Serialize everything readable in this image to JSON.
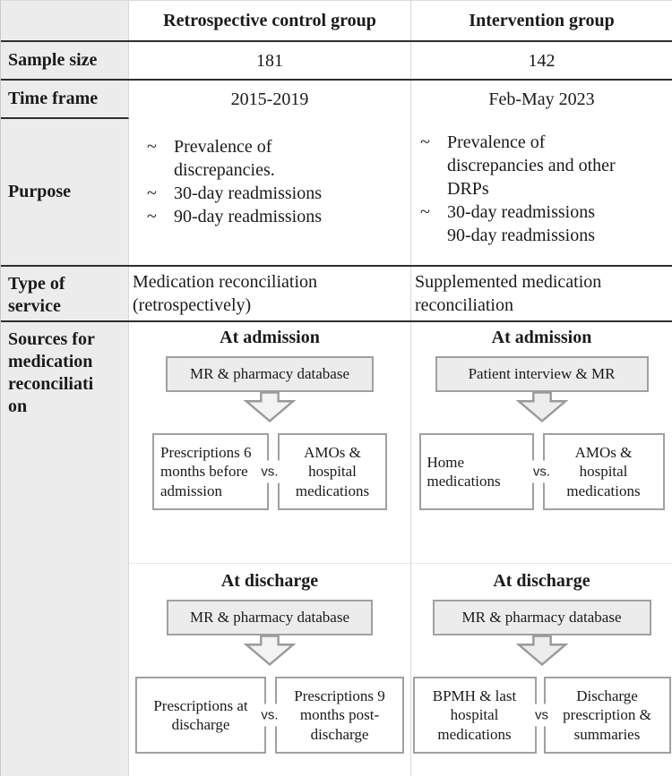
{
  "header": {
    "control": "Retrospective control group",
    "intervention": "Intervention group"
  },
  "rows": {
    "sample_size": {
      "label": "Sample size",
      "control": "181",
      "intervention": "142"
    },
    "time_frame": {
      "label": "Time frame",
      "control": "2015-2019",
      "intervention": "Feb-May 2023"
    },
    "purpose": {
      "label": "Purpose",
      "control_items": [
        {
          "marker": "~",
          "text": "Prevalence of discrepancies."
        },
        {
          "marker": "~",
          "text": "30-day readmissions"
        },
        {
          "marker": "~",
          "text": "90-day readmissions"
        }
      ],
      "intervention_items": [
        {
          "marker": "~",
          "text": "Prevalence of discrepancies and other DRPs"
        },
        {
          "marker": "~",
          "text": "30-day readmissions"
        },
        {
          "marker": "",
          "text": "90-day readmissions"
        }
      ]
    },
    "type_of_service": {
      "label": "Type of\nservice",
      "control": "Medication reconciliation (retrospectively)",
      "intervention": "Supplemented medication reconciliation"
    },
    "sources": {
      "label": "Sources for\nmedication\nreconciliati\non",
      "control": {
        "admission": {
          "title": "At admission",
          "source": "MR & pharmacy database",
          "left": "Prescriptions 6 months before admission",
          "vs": "vs.",
          "right": "AMOs & hospital medications"
        },
        "discharge": {
          "title": "At discharge",
          "source": "MR & pharmacy database",
          "left": "Prescriptions at discharge",
          "vs": "vs.",
          "right": "Prescriptions 9 months post-discharge"
        }
      },
      "intervention": {
        "admission": {
          "title": "At admission",
          "source": "Patient interview & MR",
          "left": "Home medications",
          "vs": "vs.",
          "right": "AMOs & hospital medications"
        },
        "discharge": {
          "title": "At discharge",
          "source": "MR & pharmacy database",
          "left": "BPMH & last hospital medications",
          "vs": "vs",
          "right": "Discharge prescription & summaries"
        }
      }
    }
  },
  "colors": {
    "label_bg": "#ececec",
    "flow_box_fill": "#ececec",
    "flow_box_border": "#a0a0a0",
    "row_line": "#2e2e2e",
    "column_divider": "#d9d9d9"
  }
}
